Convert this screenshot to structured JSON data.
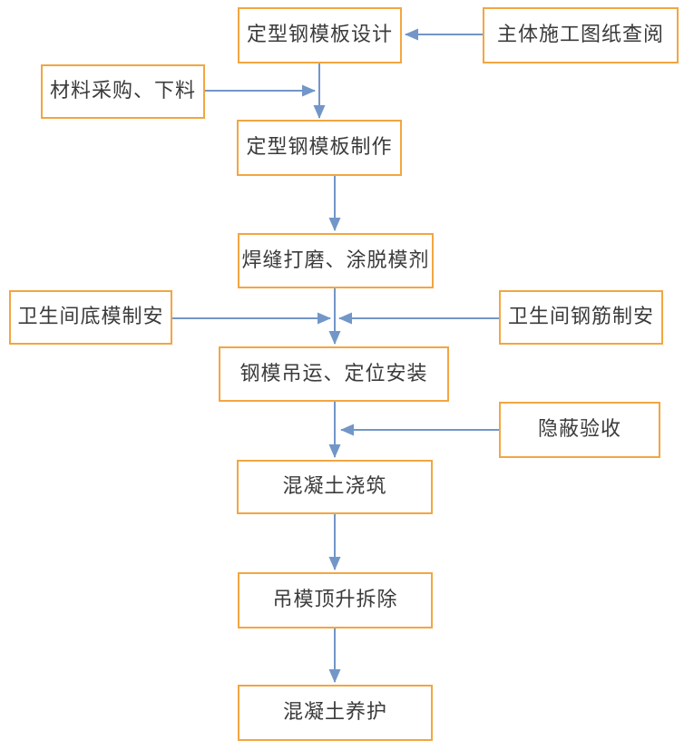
{
  "colors": {
    "box_border": "#F2A640",
    "box_fill": "#FFFFFF",
    "arrow": "#7296C8",
    "text": "#3B3B3B",
    "page_background": "#FFFFFF"
  },
  "flowchart": {
    "type": "flowchart",
    "title": "",
    "nodes": [
      {
        "id": "design",
        "label": "定型钢模板设计"
      },
      {
        "id": "review",
        "label": "主体施工图纸查阅"
      },
      {
        "id": "material",
        "label": "材料采购、下料"
      },
      {
        "id": "fabrication",
        "label": "定型钢模板制作"
      },
      {
        "id": "grinding",
        "label": "焊缝打磨、涂脱模剂"
      },
      {
        "id": "bottom_form",
        "label": "卫生间底模制安"
      },
      {
        "id": "rebar",
        "label": "卫生间钢筋制安"
      },
      {
        "id": "hoisting",
        "label": "钢模吊运、定位安装"
      },
      {
        "id": "concealed",
        "label": "隐蔽验收"
      },
      {
        "id": "pouring",
        "label": "混凝土浇筑"
      },
      {
        "id": "removal",
        "label": "吊模顶升拆除"
      },
      {
        "id": "curing",
        "label": "混凝土养护"
      }
    ],
    "edges": [
      {
        "from": "review",
        "to": "design",
        "direction": "left"
      },
      {
        "from": "design",
        "to": "fabrication",
        "direction": "down"
      },
      {
        "from": "material",
        "to": "fabrication",
        "direction": "right-into-down-line"
      },
      {
        "from": "fabrication",
        "to": "grinding",
        "direction": "down"
      },
      {
        "from": "grinding",
        "to": "hoisting",
        "direction": "down"
      },
      {
        "from": "bottom_form",
        "to": "hoisting",
        "direction": "right-into-down-line"
      },
      {
        "from": "rebar",
        "to": "hoisting",
        "direction": "left-into-down-line"
      },
      {
        "from": "hoisting",
        "to": "pouring",
        "direction": "down"
      },
      {
        "from": "concealed",
        "to": "pouring",
        "direction": "left-into-down-line"
      },
      {
        "from": "pouring",
        "to": "removal",
        "direction": "down"
      },
      {
        "from": "removal",
        "to": "curing",
        "direction": "down"
      }
    ]
  }
}
